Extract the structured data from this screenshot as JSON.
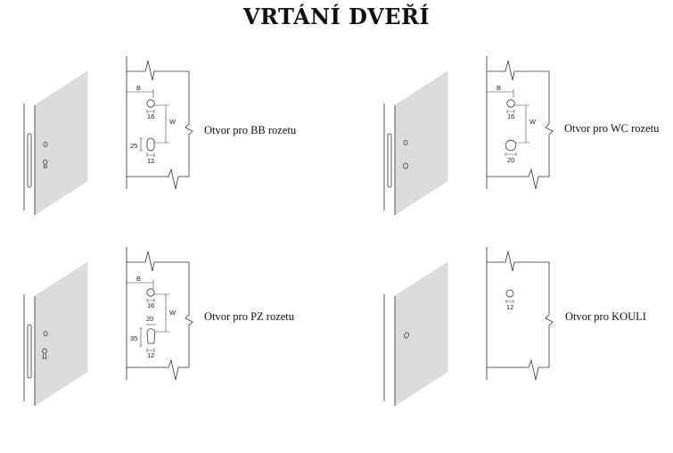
{
  "title": "VRTÁNÍ DVEŘÍ",
  "panels": {
    "bb": {
      "label": "Otvor pro BB rozetu",
      "dim_b": "B",
      "dim_w": "W",
      "dim_top_hole": "16",
      "dim_lower_width": "12",
      "dim_lower_height": "25"
    },
    "wc": {
      "label": "Otvor pro WC rozetu",
      "dim_b": "B",
      "dim_w": "W",
      "dim_top_hole": "16",
      "dim_lower_hole": "20"
    },
    "pz": {
      "label": "Otvor pro PZ rozetu",
      "dim_b": "B",
      "dim_w": "W",
      "dim_top_hole": "16",
      "dim_lower_top": "20",
      "dim_lower_height": "35",
      "dim_lower_width": "12"
    },
    "kouli": {
      "label": "Otvor pro KOULI",
      "dim_hole": "12"
    }
  }
}
